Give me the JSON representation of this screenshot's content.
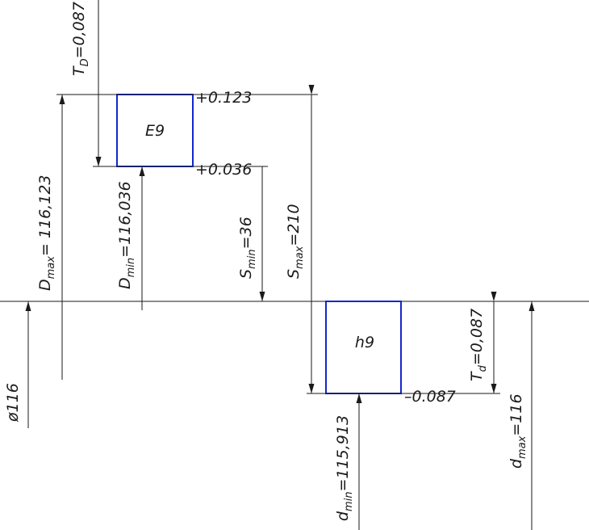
{
  "colors": {
    "line": "#1a1a1a",
    "zone": "#1428c8",
    "background": "#ffffff"
  },
  "hole": {
    "zone_label": "E9",
    "upper_deviation": "+0.123",
    "lower_deviation": "+0.036",
    "tolerance": {
      "symbol": "T",
      "sub": "D",
      "value": "=0,087"
    },
    "max_size": {
      "symbol": "D",
      "sub": "max",
      "value": "=  116,123"
    },
    "min_size": {
      "symbol": "D",
      "sub": "min",
      "value": "=116,036"
    }
  },
  "shaft": {
    "zone_label": "h9",
    "lower_deviation": "–0.087",
    "tolerance": {
      "symbol": "T",
      "sub": "d",
      "value": "=0,087"
    },
    "max_size": {
      "symbol": "d",
      "sub": "max",
      "value": "=116"
    },
    "min_size": {
      "symbol": "d",
      "sub": "min",
      "value": "=115,913"
    }
  },
  "clearance": {
    "min": {
      "symbol": "S",
      "sub": "min",
      "value": "=36"
    },
    "max": {
      "symbol": "S",
      "sub": "max",
      "value": "=210"
    }
  },
  "nominal": "ø116"
}
